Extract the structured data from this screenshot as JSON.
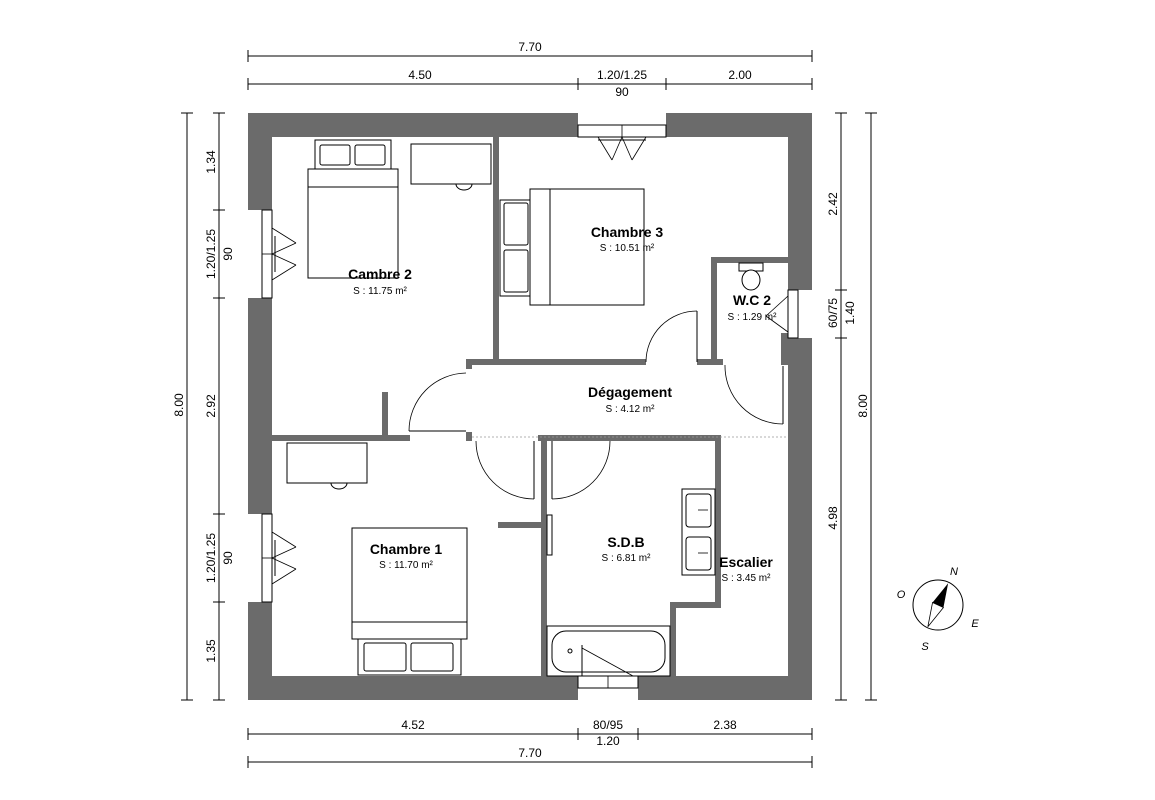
{
  "dimensions": {
    "top_total": "7.70",
    "top_left": "4.50",
    "top_mid": "1.20/1.25",
    "top_mid_sub": "90",
    "top_right": "2.00",
    "bottom_left": "4.52",
    "bottom_mid": "80/95",
    "bottom_mid_sub": "1.20",
    "bottom_right": "2.38",
    "bottom_total": "7.70",
    "left_total": "8.00",
    "left_top": "1.34",
    "left_win1": "1.20/1.25",
    "left_win1_sub": "90",
    "left_mid": "2.92",
    "left_win2": "1.20/1.25",
    "left_win2_sub": "90",
    "left_bottom": "1.35",
    "right_top": "2.42",
    "right_win": "60/75",
    "right_win_sub": "1.40",
    "right_bottom": "4.98",
    "right_total": "8.00"
  },
  "rooms": {
    "cambre2": {
      "name": "Cambre 2",
      "area": "S : 11.75 m²"
    },
    "chambre3": {
      "name": "Chambre 3",
      "area": "S : 10.51 m²"
    },
    "wc2": {
      "name": "W.C 2",
      "area": "S : 1.29 m²"
    },
    "degagement": {
      "name": "Dégagement",
      "area": "S : 4.12 m²"
    },
    "chambre1": {
      "name": "Chambre 1",
      "area": "S : 11.70 m²"
    },
    "sdb": {
      "name": "S.D.B",
      "area": "S : 6.81 m²"
    },
    "escalier": {
      "name": "Escalier",
      "area": "S : 3.45 m²"
    }
  },
  "compass": {
    "n": "N",
    "e": "E",
    "s": "S",
    "o": "O"
  },
  "colors": {
    "wall": "#6b6b6b"
  }
}
